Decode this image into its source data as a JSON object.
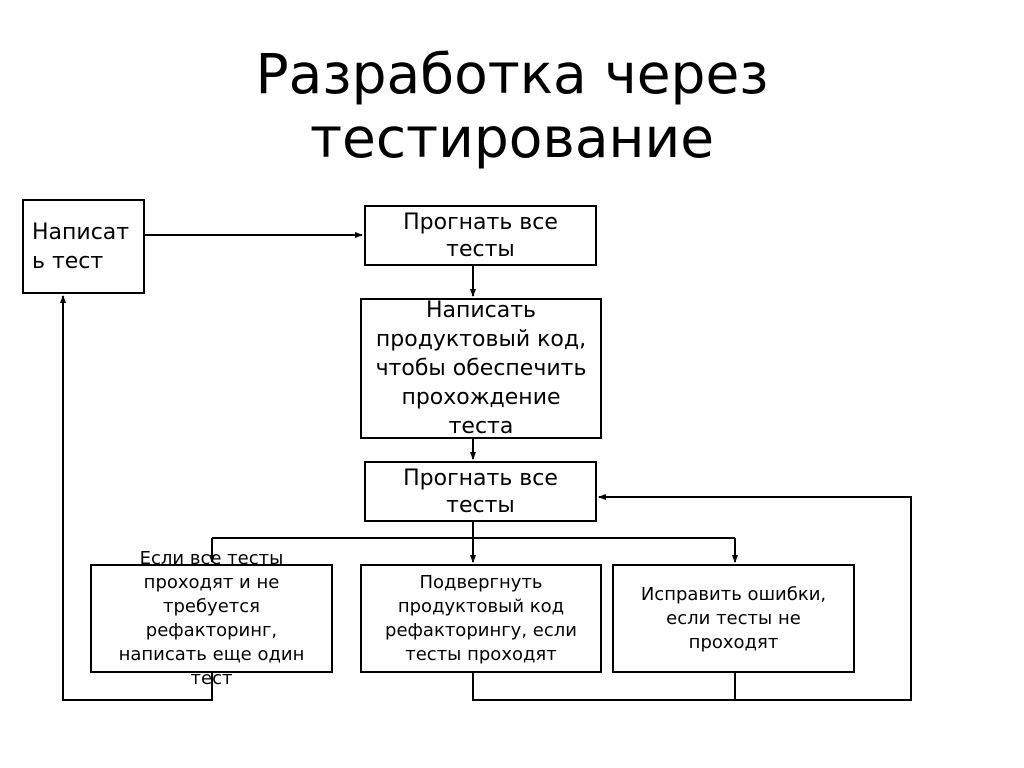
{
  "title": {
    "line1": "Разработка через",
    "line2": "тестирование"
  },
  "boxes": {
    "write_test": {
      "line1": "Написат",
      "line2": "ь тест"
    },
    "run_tests_1": {
      "line1": "Прогнать все",
      "line2": "тесты"
    },
    "write_code": {
      "line1": "Написать",
      "line2": "продуктовый код,",
      "line3": "чтобы обеспечить",
      "line4": "прохождение",
      "line5": "теста"
    },
    "run_tests_2": {
      "line1": "Прогнать все",
      "line2": "тесты"
    },
    "all_pass": {
      "line1": "Если все тесты",
      "line2": "проходят и не",
      "line3": "требуется",
      "line4": "рефакторинг,",
      "line5": "написать еще один",
      "line6": "тест"
    },
    "refactor": {
      "line1": "Подвергнуть",
      "line2": "продуктовый код",
      "line3": "рефакторингу, если",
      "line4": "тесты проходят"
    },
    "fix_errors": {
      "line1": "Исправить ошибки,",
      "line2": "если тесты не",
      "line3": "проходят"
    }
  }
}
